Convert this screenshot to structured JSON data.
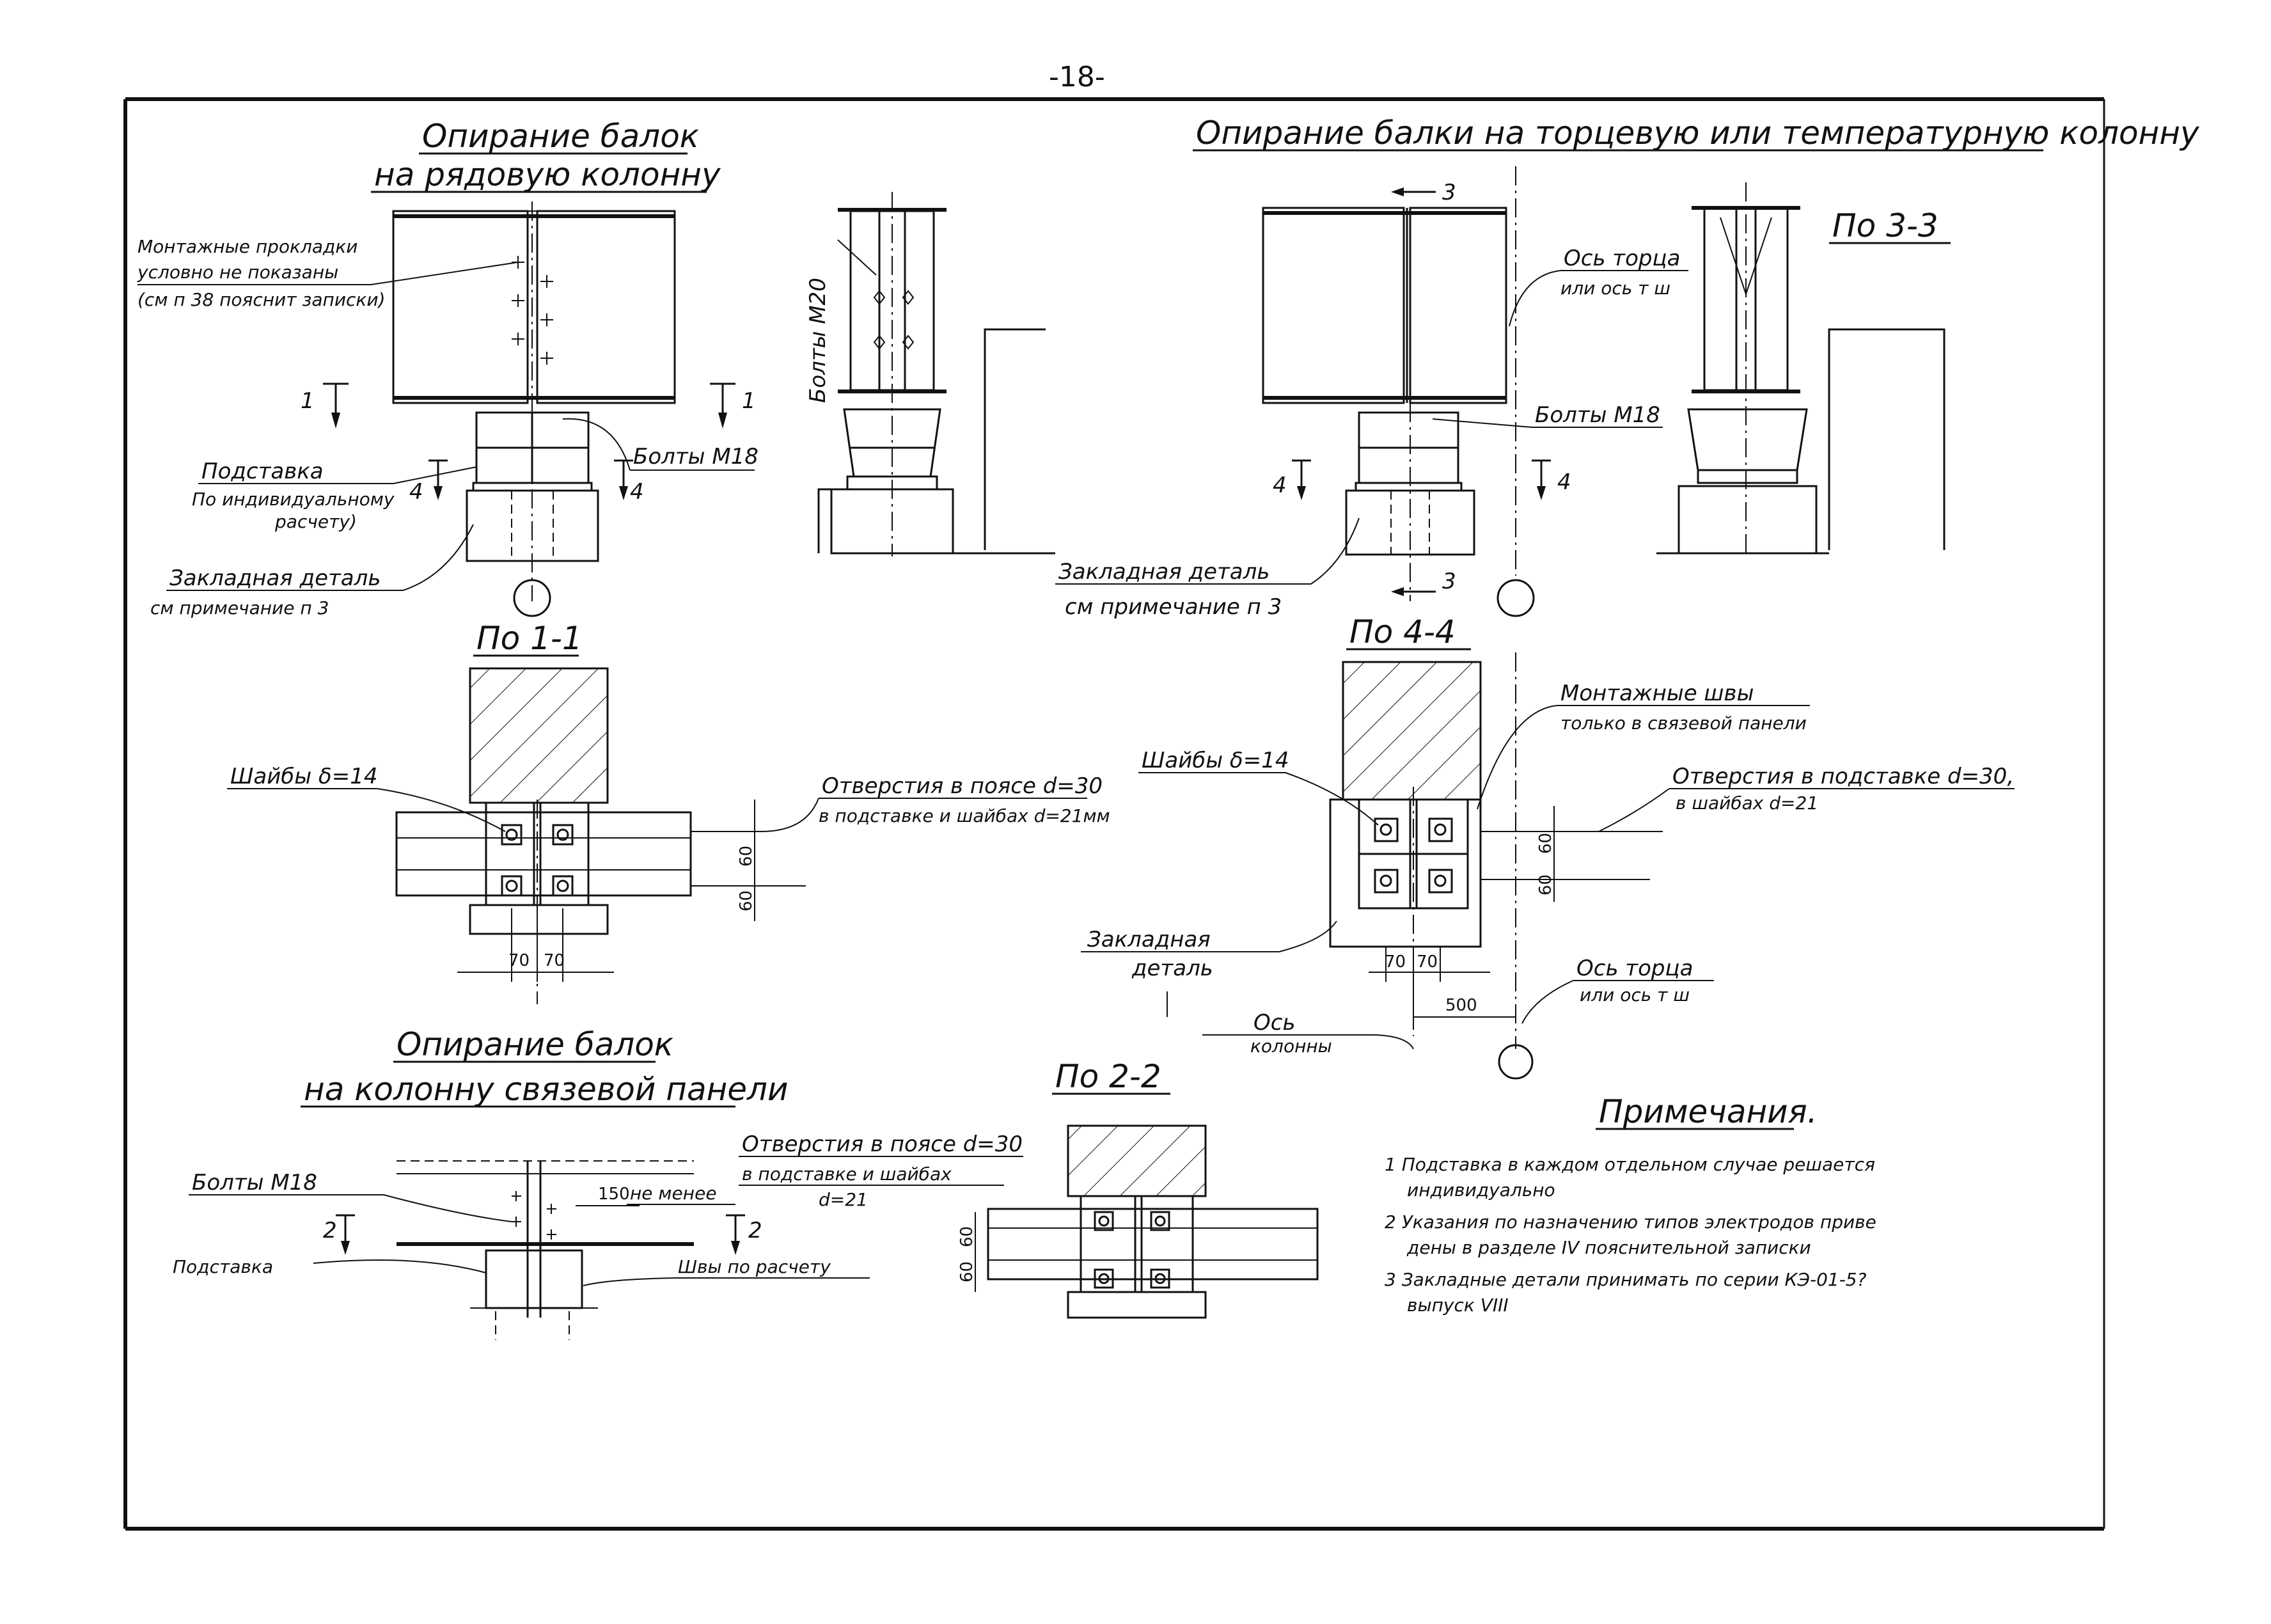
{
  "page_number": "-18-",
  "headings": {
    "row_support": [
      "Опирание балок",
      "на рядовую колонну"
    ],
    "end_support": "Опирание балки на торцевую или температурную колонну",
    "brace_support": [
      "Опирание балок",
      "на колонну связевой панели"
    ]
  },
  "sections": {
    "s11": "По 1-1",
    "s22": "По 2-2",
    "s33": "По 3-3",
    "s44": "По 4-4"
  },
  "cut_marks": {
    "one": "1",
    "two": "2",
    "three": "3",
    "four": "4"
  },
  "labels": {
    "pads_note": [
      "Монтажные прокладки",
      "условно не показаны",
      "(см п 38 пояснит записки)"
    ],
    "bolts_m18": "Болты М18",
    "bolts_m20": "Болты М20",
    "stand": "Подставка",
    "stand_note": [
      "По индивидуальному",
      "расчету)"
    ],
    "embedded_part": "Закладная деталь",
    "see_note": "см примечание п 3",
    "end_axis": [
      "Ось торца",
      "или ось т ш"
    ],
    "washers": "Шайбы δ=14",
    "holes_11": [
      "Отверстия в поясе d=30",
      "в подставке и шайбах d=21мм"
    ],
    "field_welds": [
      "Монтажные швы",
      "только в связевой панели"
    ],
    "holes_44": [
      "Отверстия в подставке d=30,",
      "в шайбах d=21"
    ],
    "embedded_44": [
      "Закладная",
      "деталь"
    ],
    "column_axis": [
      "Ось",
      "колонны"
    ],
    "end_axis_44": [
      "Ось торца",
      "или ось т ш"
    ],
    "holes_brace": [
      "Отверстия в поясе d=30",
      "в подставке и шайбах",
      "d=21"
    ],
    "bolts_brace": "Болты М18",
    "min_note": "не менее",
    "stand_brace": "Подставка",
    "welds_calc": "Швы по расчету"
  },
  "dimensions": {
    "d70": "70",
    "d60": "60",
    "d500": "500",
    "d150": "150"
  },
  "notes": {
    "title": "Примечания.",
    "items": [
      "1 Подставка в каждом отдельном случае решается",
      "индивидуально",
      "2 Указания по назначению типов электродов приве",
      "дены в разделе IV пояснительной записки",
      "3 Закладные детали принимать по серии КЭ-01-5?",
      "выпуск VIII"
    ]
  }
}
